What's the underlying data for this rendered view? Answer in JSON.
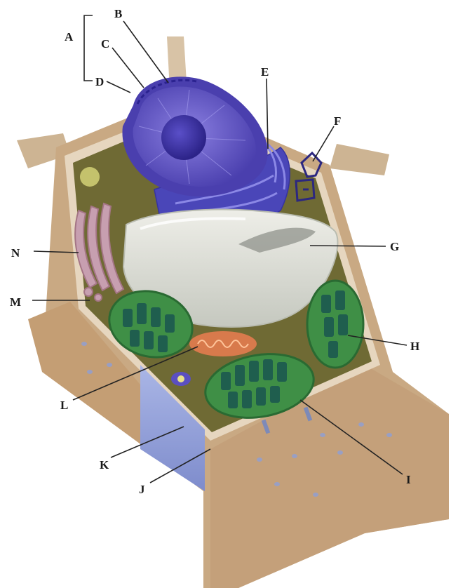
{
  "labels": {
    "A": "A",
    "B": "B",
    "C": "C",
    "D": "D",
    "E": "E",
    "F": "F",
    "G": "G",
    "H": "H",
    "I": "I",
    "J": "J",
    "K": "K",
    "L": "L",
    "M": "M",
    "N": "N"
  },
  "colors": {
    "wall": "#c9a983",
    "wall_dark": "#a98762",
    "wall_light": "#e6d6bf",
    "cytoplasm": "#6f6a34",
    "nucleus": "#5b4fc0",
    "nucleolus": "#3a2f9a",
    "er": "#4a46b8",
    "vacuole": "#d9dbd2",
    "chloroplast": "#2f7a3a",
    "thylakoid": "#1f5e4e",
    "mitochondrion": "#e88a5a",
    "golgi": "#c79fb0",
    "membrane_blue": "#8f9fd6"
  }
}
